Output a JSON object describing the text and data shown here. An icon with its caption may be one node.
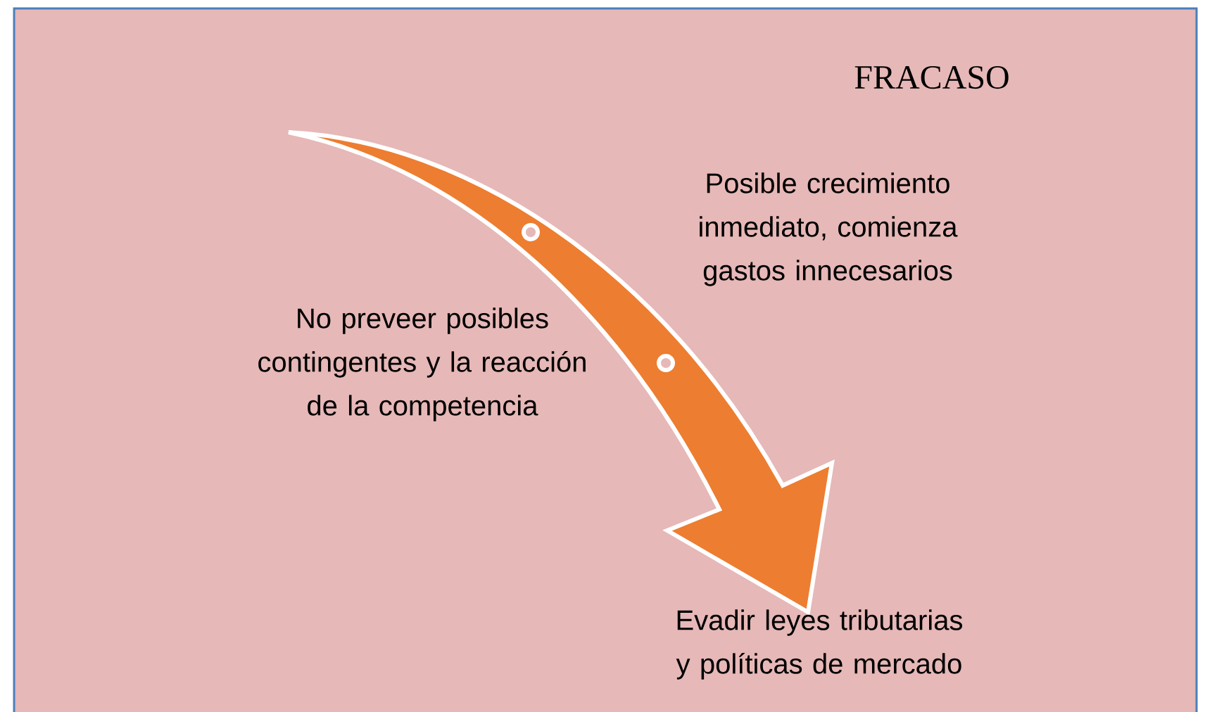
{
  "diagram": {
    "title": "FRACASO",
    "labels": [
      "Posible crecimiento inmediato, comienza gastos innecesarios",
      "No preveer posibles contingentes y la reacción de la competencia",
      "Evadir leyes tributarias y políticas de mercado"
    ]
  }
}
